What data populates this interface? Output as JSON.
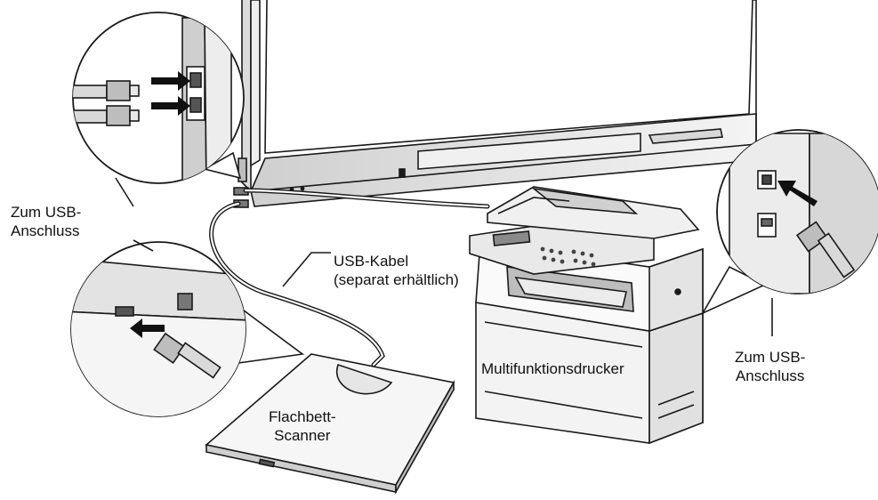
{
  "labels": {
    "usb_port_left_line1": "Zum USB-",
    "usb_port_left_line2": "Anschluss",
    "usb_cable_line1": "USB-Kabel",
    "usb_cable_line2": "(separat erhältlich)",
    "printer": "Multifunktionsdrucker",
    "usb_port_right_line1": "Zum USB-",
    "usb_port_right_line2": "Anschluss",
    "scanner_line1": "Flachbett-",
    "scanner_line2": "Scanner"
  },
  "icons": {
    "board": "interactive-whiteboard",
    "printer": "multifunction-printer",
    "scanner": "flatbed-scanner",
    "plug": "usb-plug-icon",
    "arrow": "insert-arrow-icon"
  },
  "colors": {
    "line": "#1a1a1a",
    "fill_light": "#f2f2f2",
    "fill_mid": "#d9d9d9",
    "fill_dark": "#9a9a9a"
  }
}
